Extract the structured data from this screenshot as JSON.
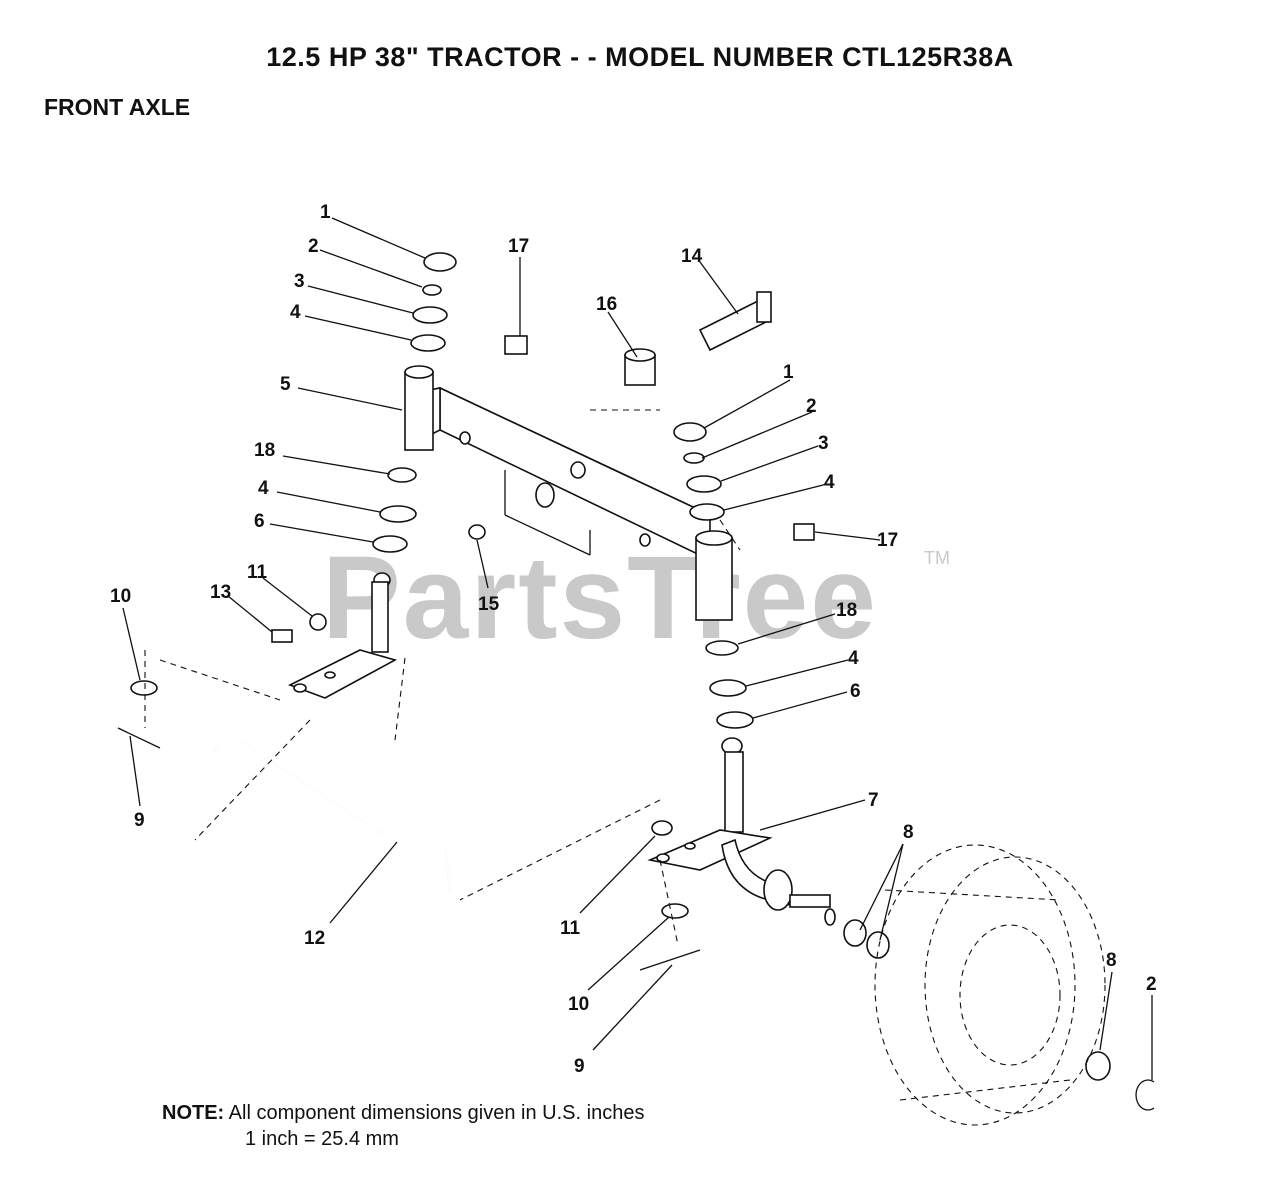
{
  "header": {
    "title": "12.5 HP 38\" TRACTOR - - MODEL NUMBER CTL125R38A",
    "section": "FRONT AXLE"
  },
  "watermark": {
    "text": "PartsTree",
    "tm": "TM"
  },
  "note": {
    "label": "NOTE:",
    "line1": "All component dimensions given in U.S. inches",
    "line2": "1 inch = 25.4 mm"
  },
  "callouts": {
    "c1": "1",
    "c2": "2",
    "c3": "3",
    "c4": "4",
    "c5": "5",
    "c6": "6",
    "c7": "7",
    "c8": "8",
    "c9": "9",
    "c10": "10",
    "c11": "11",
    "c12": "12",
    "c13": "13",
    "c14": "14",
    "c15": "15",
    "c16": "16",
    "c17": "17",
    "c18": "18"
  }
}
